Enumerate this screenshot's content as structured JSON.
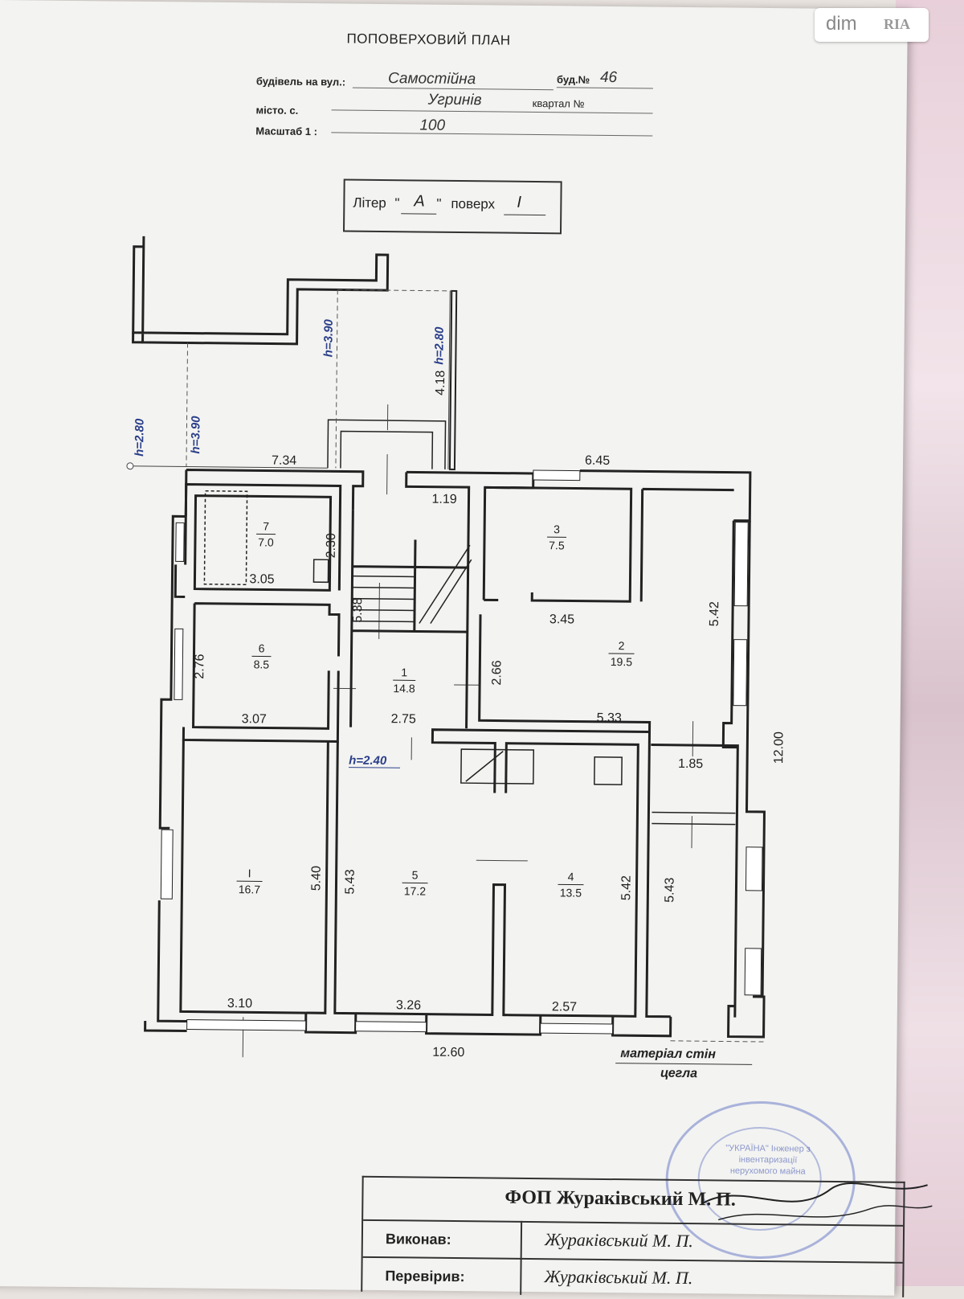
{
  "title": "ПОПОВЕРХОВИЙ ПЛАН",
  "header": {
    "street_label": "будівель на вул.:",
    "street_value": "Самостійна",
    "building_label": "буд.№",
    "building_value": "46",
    "city_label": "місто. с.",
    "city_value": "Угринів",
    "block_label": "квартал №",
    "scale_label": "Масштаб 1 :",
    "scale_value": "100"
  },
  "liter_box": {
    "liter_label": "Літер",
    "liter_value": "A",
    "floor_label": "поверх",
    "floor_value": "I"
  },
  "rooms": [
    {
      "num": "7",
      "area": "7.0"
    },
    {
      "num": "3",
      "area": "7.5"
    },
    {
      "num": "6",
      "area": "8.5"
    },
    {
      "num": "1",
      "area": "14.8"
    },
    {
      "num": "2",
      "area": "19.5"
    },
    {
      "num": "I",
      "area": "16.7"
    },
    {
      "num": "5",
      "area": "17.2"
    },
    {
      "num": "4",
      "area": "13.5"
    }
  ],
  "dimensions": {
    "d734": "7.34",
    "d645": "6.45",
    "d119": "1.19",
    "d230": "2.30",
    "d305": "3.05",
    "d538": "5.38",
    "d345": "3.45",
    "d542a": "5.42",
    "d276": "2.76",
    "d266": "2.66",
    "d307": "3.07",
    "d275": "2.75",
    "d533": "5.33",
    "d1200": "12.00",
    "d185": "1.85",
    "d540": "5.40",
    "d543a": "5.43",
    "d542b": "5.42",
    "d543b": "5.43",
    "d310": "3.10",
    "d326": "3.26",
    "d257": "2.57",
    "d1260": "12.60",
    "d418": "4.18"
  },
  "heights": {
    "h280a": "h=2.80",
    "h390a": "h=3.90",
    "h390b": "h=3.90",
    "h280b": "h=2.80",
    "h240": "h=2.40"
  },
  "material": {
    "label": "матеріал стін",
    "value": "цегла"
  },
  "stamp_text": "\"УКРАЇНА\" Інженер з інвентаризації нерухомого майна",
  "title_block": {
    "firm": "ФОП Жураківський М. П.",
    "executed_label": "Виконав:",
    "executed_value": "Жураківський М. П.",
    "checked_label": "Перевірив:",
    "checked_value": "Жураківський М. П."
  },
  "watermark": {
    "brand": "dim",
    "brand2": "RIA"
  }
}
